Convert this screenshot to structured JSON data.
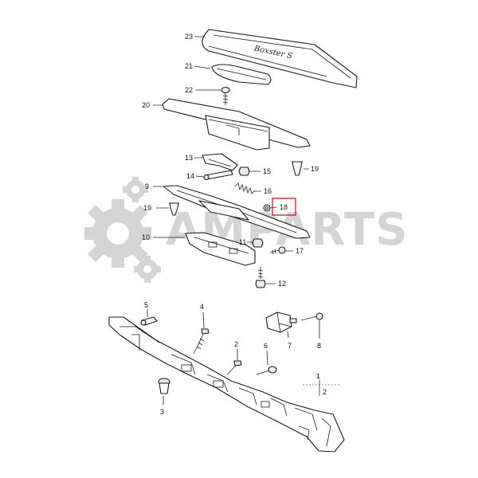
{
  "watermark": {
    "text": "AMPARTS",
    "color": "#d4d4d4"
  },
  "emblem_text": "Boxster S",
  "highlight": {
    "callout": "18",
    "color": "#d6273a"
  },
  "callouts": {
    "c1": "1",
    "c2": "2",
    "c2b": "2",
    "c3": "3",
    "c4": "4",
    "c5": "5",
    "c6": "6",
    "c7": "7",
    "c8": "8",
    "c9": "9",
    "c10": "10",
    "c11": "11",
    "c12": "12",
    "c13": "13",
    "c14": "14",
    "c15": "15",
    "c16": "16",
    "c17": "17",
    "c18": "18",
    "c19a": "19",
    "c19b": "19",
    "c20": "20",
    "c21": "21",
    "c22": "22",
    "c23": "23"
  }
}
